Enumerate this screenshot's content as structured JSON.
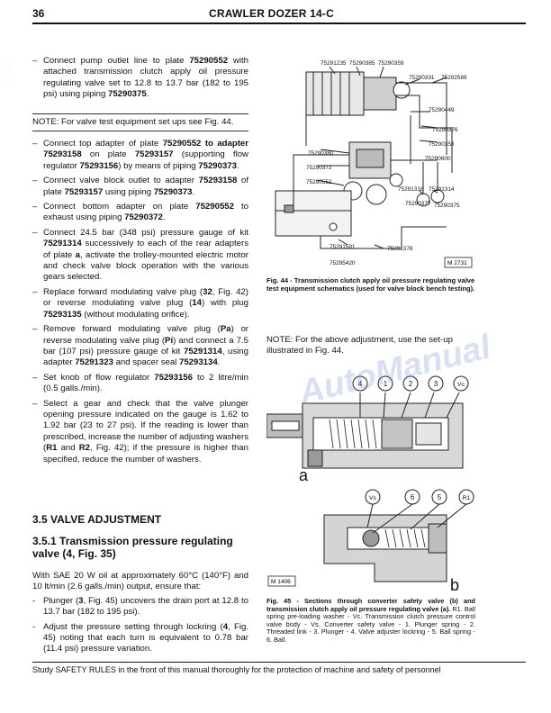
{
  "header": {
    "page_number": "36",
    "title": "CRAWLER DOZER 14-C"
  },
  "bullets_top": [
    {
      "t": "Connect pump outlet line to plate ",
      "b1": "75290552",
      "t2": " with attached transmission clutch apply oil pressure regulating valve set to 12.8 to 13.7 bar (182 to 195 psi) using piping ",
      "b2": "75290375",
      "t3": "."
    }
  ],
  "note1": "NOTE: For valve test equipment set ups see Fig. 44.",
  "bullets_mid": [
    {
      "t": "Connect top adapter of plate ",
      "b1": "75290552 to adapter 75293158",
      "t2": " on plate ",
      "b2": "75293157",
      "t3": " (supporting flow regulator ",
      "b3": "75293156",
      "t4": ") by means of piping ",
      "b4": "75290373",
      "t5": "."
    },
    {
      "t": "Connect valve block outlet to adapter ",
      "b1": "75293158",
      "t2": " of plate ",
      "b2": "75293157",
      "t3": " using piping ",
      "b3": "75290373",
      "t4": ".",
      "b4": "",
      "t5": ""
    },
    {
      "t": "Connect bottom adapter on plate ",
      "b1": "75290552",
      "t2": " to exhaust using piping ",
      "b2": "75290372",
      "t3": ".",
      "b3": "",
      "t4": "",
      "b4": "",
      "t5": ""
    },
    {
      "t": "Connect 24.5 bar (348 psi) pressure gauge of kit ",
      "b1": "75291314",
      "t2": " successively to each of the rear adapters of plate ",
      "b2": "a",
      "t3": ", activate the trolley-mounted electric motor and check valve block operation with the various gears selected.",
      "b3": "",
      "t4": "",
      "b4": "",
      "t5": ""
    },
    {
      "t": "Replace forward modulating valve plug (",
      "b1": "32",
      "t2": ", Fig. 42) or reverse modulating valve plug (",
      "b2": "14",
      "t3": ") with plug ",
      "b3": "75293135",
      "t4": " (without modulating orifice).",
      "b4": "",
      "t5": ""
    },
    {
      "t": "Remove forward modulating valve plug (",
      "b1": "Pa",
      "t2": ") or reverse modulating valve plug (",
      "b2": "Pi",
      "t3": ") and connect a 7.5 bar (107 psi) pressure gauge of kit ",
      "b3": "75291314",
      "t4": ", using adapter ",
      "b4": "75291323",
      "t5": " and spacer seal ",
      "b5": "75293134",
      "t6": "."
    },
    {
      "t": "Set knob of flow regulator ",
      "b1": "75293156",
      "t2": " to 2 litre/min (0.5 galls./min).",
      "b2": "",
      "t3": "",
      "b3": "",
      "t4": "",
      "b4": "",
      "t5": ""
    },
    {
      "t": "Select a gear and check that the valve plunger opening pressure indicated on the gauge is 1.62 to 1.92 bar (23 to 27 psi). If the reading is lower than prescribed, increase the number of adjusting washers (",
      "b1": "R1",
      "t2": " and ",
      "b2": "R2",
      "t3": ", Fig. 42); if the pressure is higher than specified, reduce the number of washers.",
      "b3": "",
      "t4": "",
      "b4": "",
      "t5": ""
    }
  ],
  "section": {
    "h1": "3.5 VALVE ADJUSTMENT",
    "h2": "3.5.1 Transmission pressure regulating valve (4, Fig. 35)",
    "intro": "With SAE 20 W oil at approximately 60°C (140°F) and 10 lt/min (2.6 galls./min) output, ensure that:",
    "items": [
      {
        "t": "Plunger (",
        "b1": "3",
        "t2": ", Fig. 45) uncovers the drain port at 12.8 to 13.7 bar (182 to 195 psi)."
      },
      {
        "t": "Adjust the pressure setting through lockring (",
        "b1": "4",
        "t2": ", Fig. 45) noting that each turn is equivalent to 0.78 bar (11.4 psi) pressure variation."
      }
    ]
  },
  "fig44": {
    "labels": [
      "75291235",
      "75290385",
      "75290359",
      "75290331",
      "75292589",
      "75290449",
      "75290376",
      "75290358",
      "75290380",
      "75290600",
      "75290372",
      "75290552",
      "75291318",
      "75291314",
      "75290377",
      "75290375",
      "75291591",
      "75291378",
      "75295420"
    ],
    "code": "M 2731",
    "caption": "Fig. 44 - Transmission clutch apply oil pressure regulating valve test equipment schematics (used for valve block bench testing)."
  },
  "note2": "NOTE: For the above adjustment, use the set-up illustrated in Fig. 44.",
  "fig45": {
    "callouts_a": [
      "4",
      "1",
      "2",
      "3",
      "Vc"
    ],
    "letter_a": "a",
    "callouts_b": [
      "Vs",
      "6",
      "5",
      "R1"
    ],
    "letter_b": "b",
    "code": "M 1406",
    "caption_title": "Fig. 45 - Sections through converter safety valve (b) and transmission clutch apply oil pressure regulating valve (a).",
    "caption_body": "R1. Ball spring pre-loading washer - Vc. Transmission clutch pressure control valve body - Vs. Converter safety valve - 1. Plunger spring - 2. Threaded link - 3. Plunger - 4. Valve adjuster lockring - 5. Ball spring - 6. Ball."
  },
  "footer": "Study SAFETY RULES in the front of this manual thoroughly for the protection of machine and safety of personnel",
  "watermark": "AutoManual"
}
